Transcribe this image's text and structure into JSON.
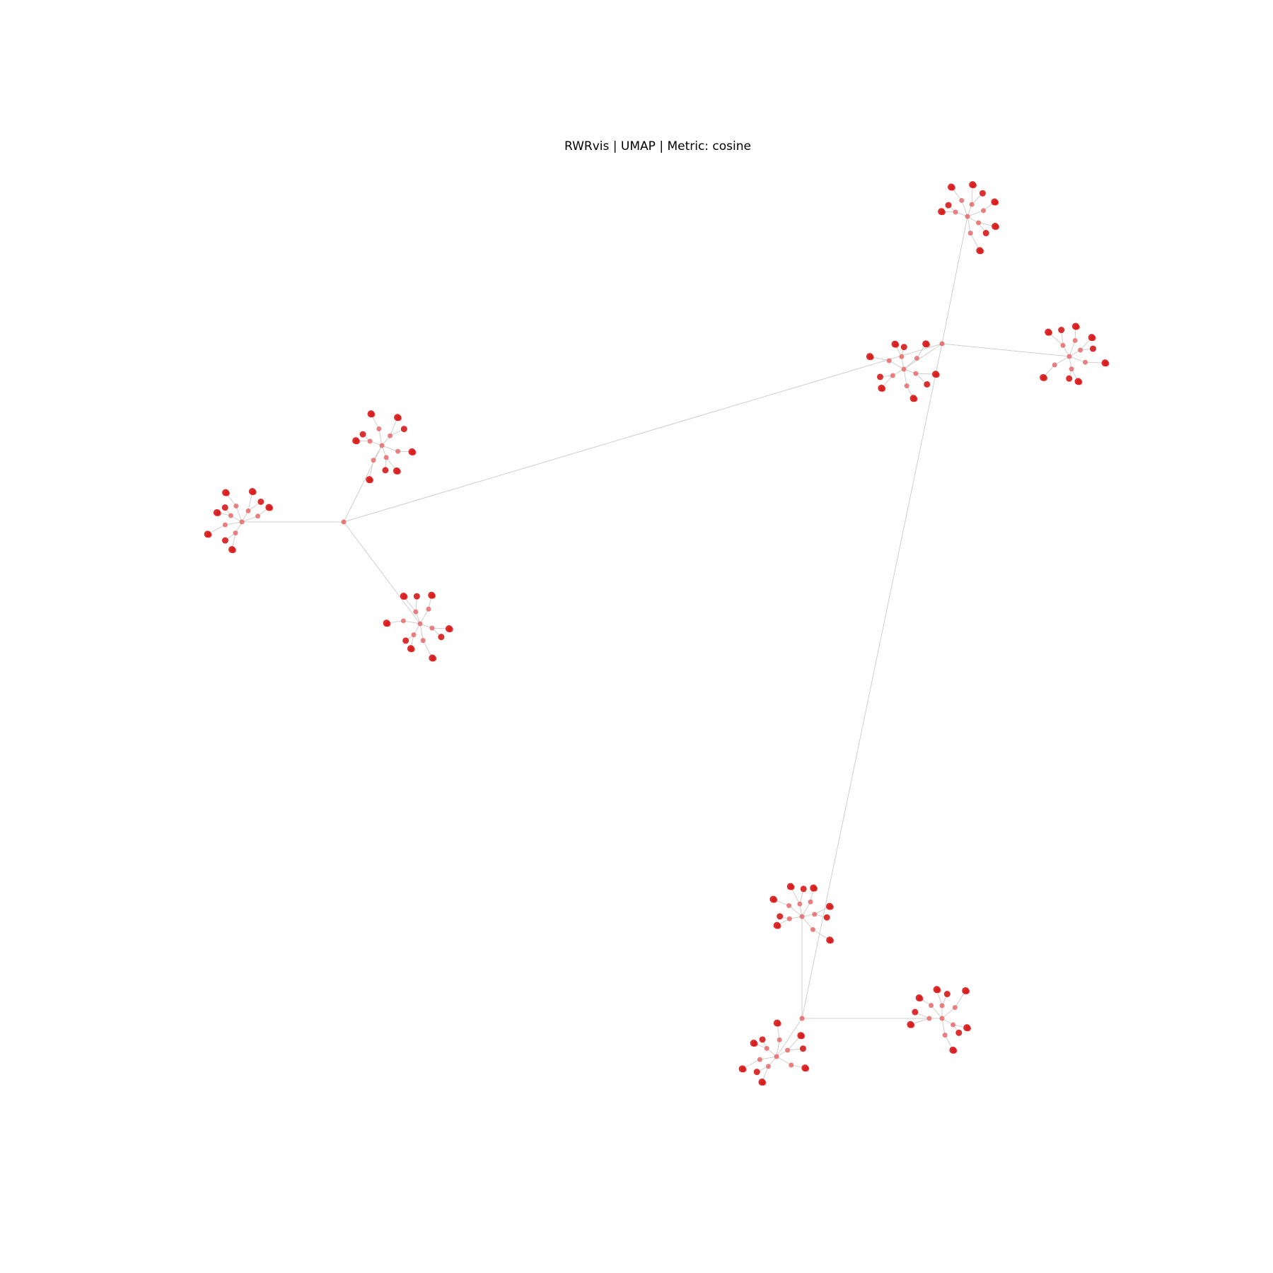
{
  "title": "RWRvis | UMAP | Metric: cosine",
  "colors": {
    "node_leaf": "#d71a1a",
    "node_hub": "#e86a6a",
    "edge": "#cfcfcf",
    "background": "#ffffff"
  },
  "graph": {
    "layout": "tree (UMAP embedding)",
    "root_hubs": [
      {
        "id": "H1",
        "hub_coord": [
          0.27,
          0.41
        ],
        "subclusters": [
          {
            "id": "H1-a",
            "center": [
              0.3,
              0.35
            ],
            "branch_angles": [
              200,
              260,
              310,
              20,
              70,
              120
            ]
          },
          {
            "id": "H1-b",
            "center": [
              0.19,
              0.41
            ],
            "branch_angles": [
              120,
              170,
              210,
              250,
              300,
              340
            ]
          },
          {
            "id": "H1-c",
            "center": [
              0.33,
              0.49
            ],
            "branch_angles": [
              250,
              300,
              20,
              80,
              120,
              190
            ]
          }
        ]
      },
      {
        "id": "H2",
        "hub_coord": [
          0.74,
          0.27
        ],
        "subclusters": [
          {
            "id": "H2-a",
            "center": [
              0.76,
              0.17
            ],
            "branch_angles": [
              200,
              250,
              290,
              340,
              30,
              80
            ]
          },
          {
            "id": "H2-b",
            "center": [
              0.71,
              0.29
            ],
            "branch_angles": [
              150,
              210,
              260,
              320,
              20,
              80
            ]
          },
          {
            "id": "H2-c",
            "center": [
              0.84,
              0.28
            ],
            "branch_angles": [
              240,
              290,
              330,
              20,
              80,
              150
            ]
          }
        ]
      },
      {
        "id": "H3",
        "hub_coord": [
          0.63,
          0.8
        ],
        "subclusters": [
          {
            "id": "H3-a",
            "center": [
              0.63,
              0.72
            ],
            "branch_angles": [
              170,
              220,
              260,
              300,
              350,
              50
            ]
          },
          {
            "id": "H3-b",
            "center": [
              0.61,
              0.83
            ],
            "branch_angles": [
              130,
              170,
              220,
              280,
              330,
              30
            ]
          },
          {
            "id": "H3-c",
            "center": [
              0.74,
              0.8
            ],
            "branch_angles": [
              180,
              230,
              270,
              320,
              30,
              80
            ]
          }
        ]
      }
    ],
    "root_edges": [
      [
        "H1",
        "H2"
      ],
      [
        "H2",
        "H3"
      ]
    ]
  }
}
